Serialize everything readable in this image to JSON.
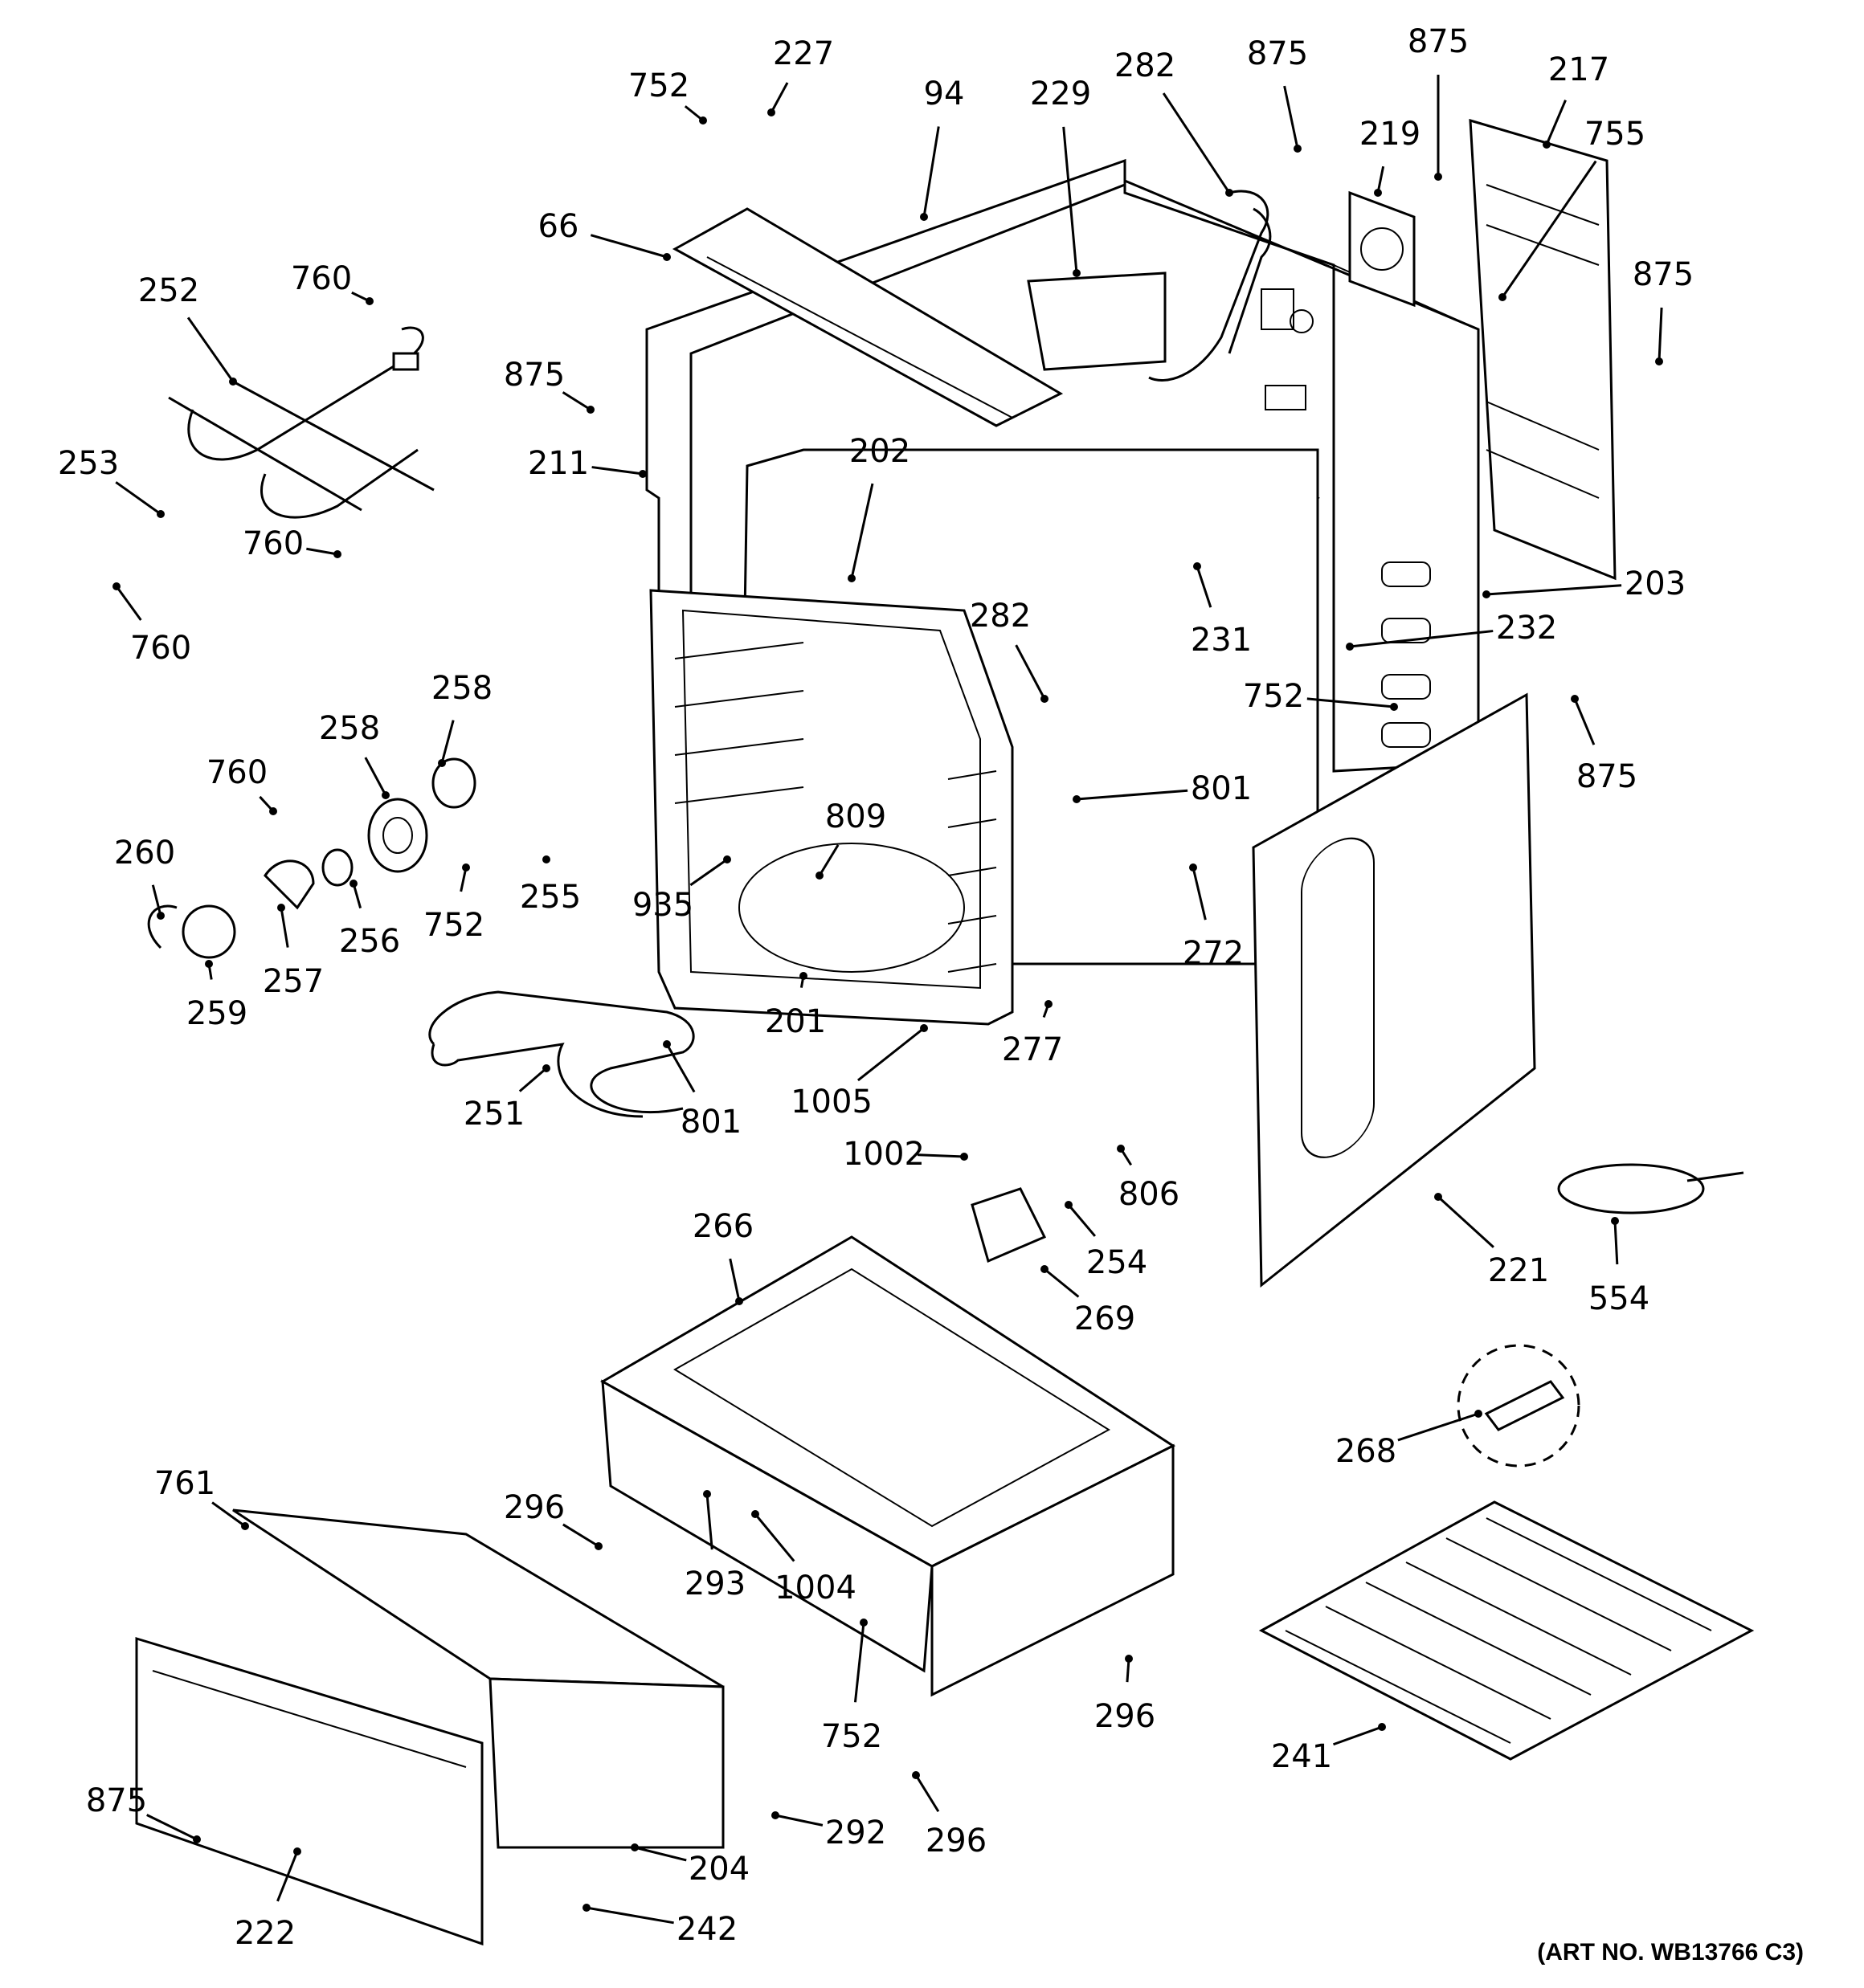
{
  "diagram": {
    "art_number": "(ART NO. WB13766 C3)",
    "parts": [
      {
        "id": "p227",
        "label": "227"
      },
      {
        "id": "p94",
        "label": "94"
      },
      {
        "id": "p229",
        "label": "229"
      },
      {
        "id": "p282a",
        "label": "282"
      },
      {
        "id": "p875a",
        "label": "875"
      },
      {
        "id": "p875b",
        "label": "875"
      },
      {
        "id": "p217",
        "label": "217"
      },
      {
        "id": "p219",
        "label": "219"
      },
      {
        "id": "p755",
        "label": "755"
      },
      {
        "id": "p752a",
        "label": "752"
      },
      {
        "id": "p66",
        "label": "66"
      },
      {
        "id": "p875c",
        "label": "875"
      },
      {
        "id": "p875d",
        "label": "875"
      },
      {
        "id": "p211",
        "label": "211"
      },
      {
        "id": "p252",
        "label": "252"
      },
      {
        "id": "p760a",
        "label": "760"
      },
      {
        "id": "p253",
        "label": "253"
      },
      {
        "id": "p760b",
        "label": "760"
      },
      {
        "id": "p760c",
        "label": "760"
      },
      {
        "id": "p202",
        "label": "202"
      },
      {
        "id": "p231",
        "label": "231"
      },
      {
        "id": "p203",
        "label": "203"
      },
      {
        "id": "p232",
        "label": "232"
      },
      {
        "id": "p282b",
        "label": "282"
      },
      {
        "id": "p752b",
        "label": "752"
      },
      {
        "id": "p875e",
        "label": "875"
      },
      {
        "id": "p801a",
        "label": "801"
      },
      {
        "id": "p258a",
        "label": "258"
      },
      {
        "id": "p258b",
        "label": "258"
      },
      {
        "id": "p760d",
        "label": "760"
      },
      {
        "id": "p260",
        "label": "260"
      },
      {
        "id": "p809",
        "label": "809"
      },
      {
        "id": "p935",
        "label": "935"
      },
      {
        "id": "p255",
        "label": "255"
      },
      {
        "id": "p752c",
        "label": "752"
      },
      {
        "id": "p256",
        "label": "256"
      },
      {
        "id": "p257",
        "label": "257"
      },
      {
        "id": "p259",
        "label": "259"
      },
      {
        "id": "p272",
        "label": "272"
      },
      {
        "id": "p201",
        "label": "201"
      },
      {
        "id": "p277",
        "label": "277"
      },
      {
        "id": "p1005",
        "label": "1005"
      },
      {
        "id": "p251",
        "label": "251"
      },
      {
        "id": "p801b",
        "label": "801"
      },
      {
        "id": "p1002",
        "label": "1002"
      },
      {
        "id": "p806",
        "label": "806"
      },
      {
        "id": "p254",
        "label": "254"
      },
      {
        "id": "p266",
        "label": "266"
      },
      {
        "id": "p269",
        "label": "269"
      },
      {
        "id": "p221",
        "label": "221"
      },
      {
        "id": "p554",
        "label": "554"
      },
      {
        "id": "p268",
        "label": "268"
      },
      {
        "id": "p761",
        "label": "761"
      },
      {
        "id": "p296a",
        "label": "296"
      },
      {
        "id": "p293",
        "label": "293"
      },
      {
        "id": "p1004",
        "label": "1004"
      },
      {
        "id": "p752d",
        "label": "752"
      },
      {
        "id": "p296b",
        "label": "296"
      },
      {
        "id": "p296c",
        "label": "296"
      },
      {
        "id": "p241",
        "label": "241"
      },
      {
        "id": "p875f",
        "label": "875"
      },
      {
        "id": "p292",
        "label": "292"
      },
      {
        "id": "p204",
        "label": "204"
      },
      {
        "id": "p222",
        "label": "222"
      },
      {
        "id": "p242",
        "label": "242"
      }
    ]
  }
}
